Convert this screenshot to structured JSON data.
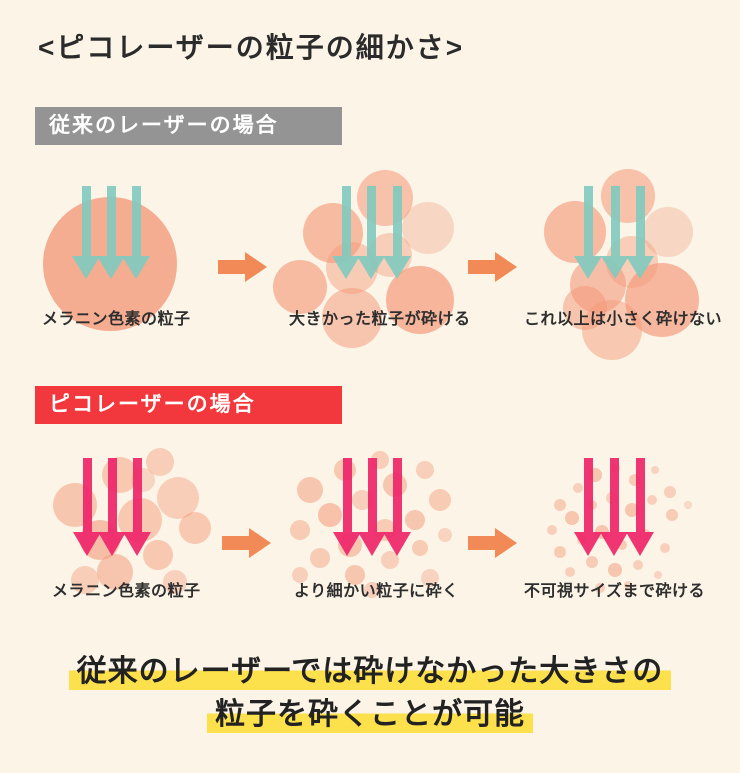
{
  "page": {
    "title": "<ピコレーザーの粒子の細かさ>",
    "background_color": "#fbf4e7"
  },
  "sections": [
    {
      "id": "conventional",
      "header_label": "従来のレーザーの場合",
      "header_color": "#949494",
      "laser_color": "#80cabf",
      "steps": [
        {
          "label": "メラニン色素の粒子"
        },
        {
          "label": "大きかった粒子が砕ける"
        },
        {
          "label": "これ以上は小さく砕けない"
        }
      ]
    },
    {
      "id": "pico",
      "header_label": "ピコレーザーの場合",
      "header_color": "#f2383c",
      "laser_color": "#ee2a6c",
      "steps": [
        {
          "label": "メラニン色素の粒子"
        },
        {
          "label": "より細かい粒子に砕く"
        },
        {
          "label": "不可視サイズまで砕ける"
        }
      ]
    }
  ],
  "footer": {
    "line1": "従来のレーザーでは砕けなかった大きさの",
    "line2": "粒子を砕くことが可能",
    "highlight_color": "#fce14d"
  },
  "colors": {
    "particle": "#f4987a",
    "step_arrow_orange": "#f28a57",
    "text_dark": "#2b2b2b"
  },
  "icons": {
    "laser_beam": "down-arrow-icon",
    "step_transition": "right-arrow-icon"
  }
}
